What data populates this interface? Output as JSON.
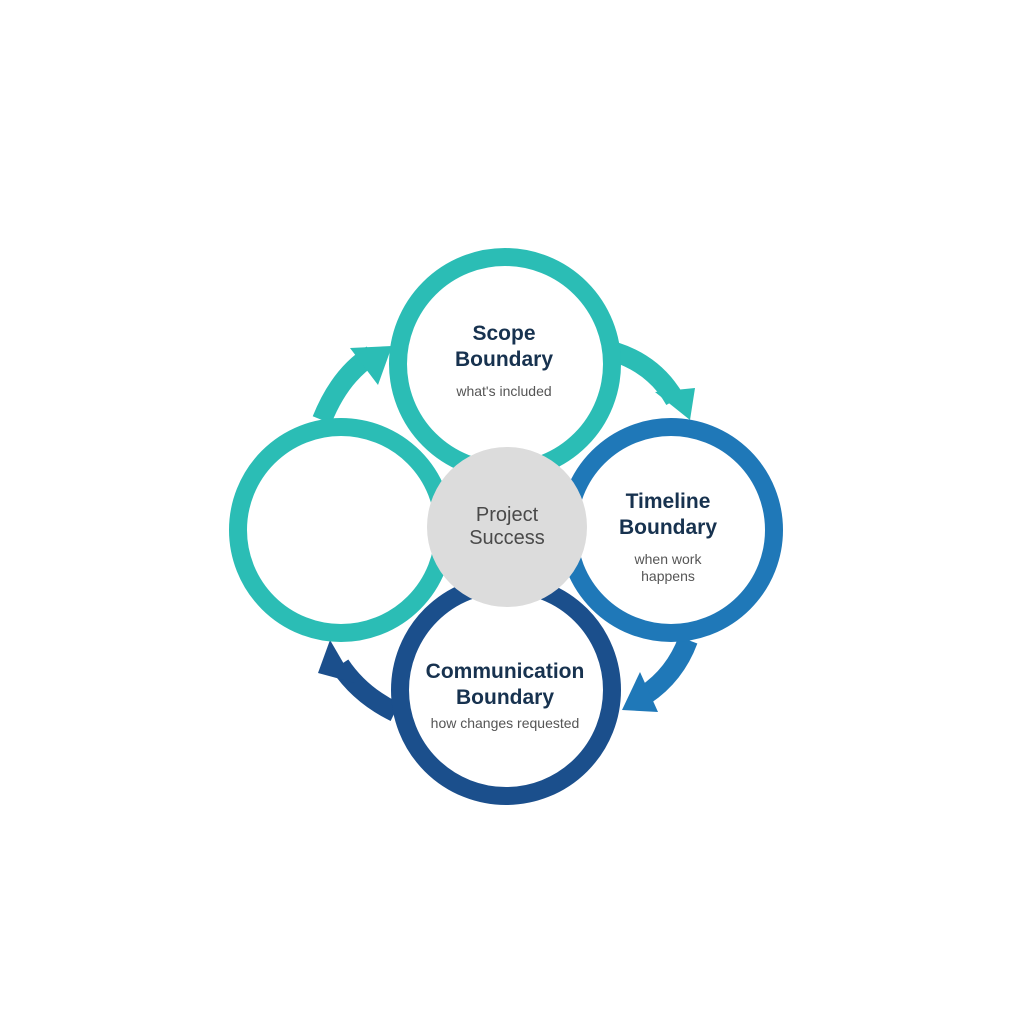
{
  "diagram": {
    "center": {
      "label": "Project Success",
      "line1": "Project",
      "line2": "Success",
      "color": "#dcdcdc"
    },
    "nodes": [
      {
        "id": "scope",
        "title_line1": "Scope",
        "title_line2": "Boundary",
        "subtitle_line1": "what's included",
        "color": "#2bbdb5"
      },
      {
        "id": "timeline",
        "title_line1": "Timeline",
        "title_line2": "Boundary",
        "subtitle_line1": "when work",
        "subtitle_line2": "happens",
        "color": "#1f78b8"
      },
      {
        "id": "communication",
        "title_line1": "Communication",
        "title_line2": "Boundary",
        "subtitle_line1": "how changes requested",
        "color": "#1b4f8c"
      },
      {
        "id": "unlabeled",
        "color": "#2bbdb5"
      }
    ],
    "flow": [
      "scope",
      "timeline",
      "communication",
      "unlabeled",
      "scope"
    ]
  }
}
